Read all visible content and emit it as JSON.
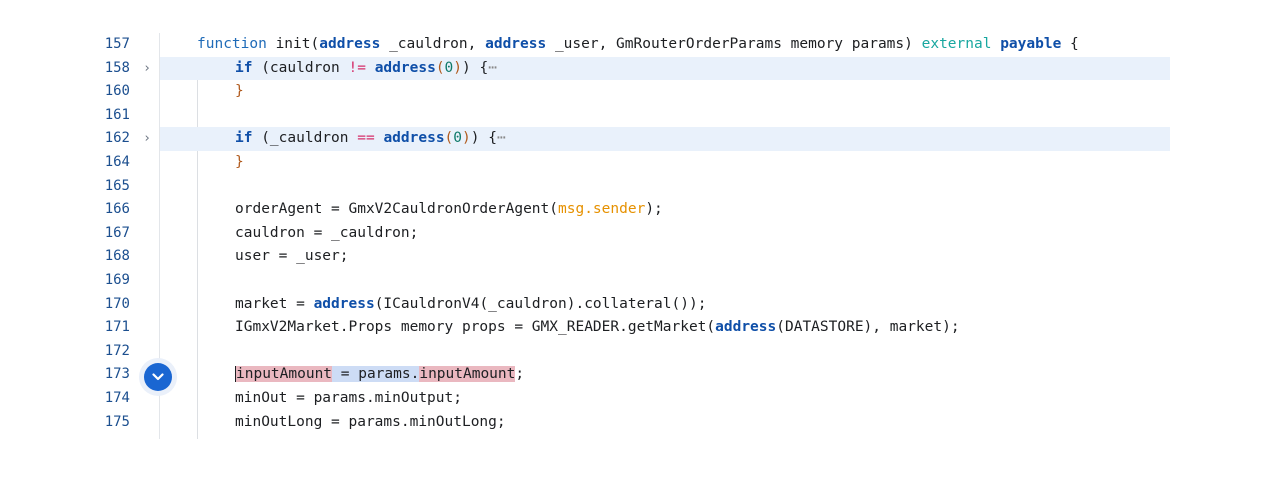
{
  "editor": {
    "lines": [
      {
        "num": "157",
        "tokens": [
          [
            "function",
            "kw2"
          ],
          [
            " init(",
            ""
          ],
          [
            "address",
            "kw"
          ],
          [
            " _cauldron, ",
            ""
          ],
          [
            "address",
            "kw"
          ],
          [
            " _user, GmRouterOrderParams memory params) ",
            ""
          ],
          [
            "external",
            "ext"
          ],
          [
            " ",
            ""
          ],
          [
            "payable",
            "kw"
          ],
          [
            " {",
            ""
          ]
        ]
      },
      {
        "num": "158",
        "fold": "›",
        "folded": true,
        "tokens": [
          [
            "if",
            "kw"
          ],
          [
            " (cauldron ",
            ""
          ],
          [
            "!=",
            "op"
          ],
          [
            " ",
            ""
          ],
          [
            "address",
            "kw"
          ],
          [
            "(",
            "paren"
          ],
          [
            "0",
            "num"
          ],
          [
            ")",
            "paren"
          ],
          [
            ") {",
            ""
          ],
          [
            "⋯",
            "dots"
          ]
        ]
      },
      {
        "num": "160",
        "tokens": [
          [
            "}",
            "paren"
          ]
        ]
      },
      {
        "num": "161",
        "tokens": []
      },
      {
        "num": "162",
        "fold": "›",
        "folded": true,
        "tokens": [
          [
            "if",
            "kw"
          ],
          [
            " (_cauldron ",
            ""
          ],
          [
            "==",
            "op"
          ],
          [
            " ",
            ""
          ],
          [
            "address",
            "kw"
          ],
          [
            "(",
            "paren"
          ],
          [
            "0",
            "num"
          ],
          [
            ")",
            "paren"
          ],
          [
            ") {",
            ""
          ],
          [
            "⋯",
            "dots"
          ]
        ]
      },
      {
        "num": "164",
        "tokens": [
          [
            "}",
            "paren"
          ]
        ]
      },
      {
        "num": "165",
        "tokens": []
      },
      {
        "num": "166",
        "tokens": [
          [
            "orderAgent = GmxV2CauldronOrderAgent(",
            ""
          ],
          [
            "msg.sender",
            "msg"
          ],
          [
            ");",
            ""
          ]
        ]
      },
      {
        "num": "167",
        "tokens": [
          [
            "cauldron = _cauldron;",
            ""
          ]
        ]
      },
      {
        "num": "168",
        "tokens": [
          [
            "user = _user;",
            ""
          ]
        ]
      },
      {
        "num": "169",
        "tokens": []
      },
      {
        "num": "170",
        "tokens": [
          [
            "market = ",
            ""
          ],
          [
            "address",
            "kw"
          ],
          [
            "(ICauldronV4(_cauldron).collateral());",
            ""
          ]
        ]
      },
      {
        "num": "171",
        "tokens": [
          [
            "IGmxV2Market.Props memory props = GMX_READER.getMarket(",
            ""
          ],
          [
            "address",
            "kw"
          ],
          [
            "(DATASTORE), market);",
            ""
          ]
        ]
      },
      {
        "num": "172",
        "tokens": []
      },
      {
        "num": "173",
        "tokens": [
          [
            "inputAmount",
            "sel-red cursor"
          ],
          [
            " = params.",
            "sel"
          ],
          [
            "inputAmount",
            "sel-red"
          ],
          [
            ";",
            ""
          ]
        ]
      },
      {
        "num": "174",
        "tokens": [
          [
            "minOut = params.minOutput;",
            ""
          ]
        ]
      },
      {
        "num": "175",
        "tokens": [
          [
            "minOutLong = params.minOutLong;",
            ""
          ]
        ]
      }
    ],
    "breakpoint_line": "173",
    "breakpoint_icon": "chevron-down-icon",
    "accent_color": "#1a66d2",
    "fold_highlight_color": "#e9f1fb"
  }
}
